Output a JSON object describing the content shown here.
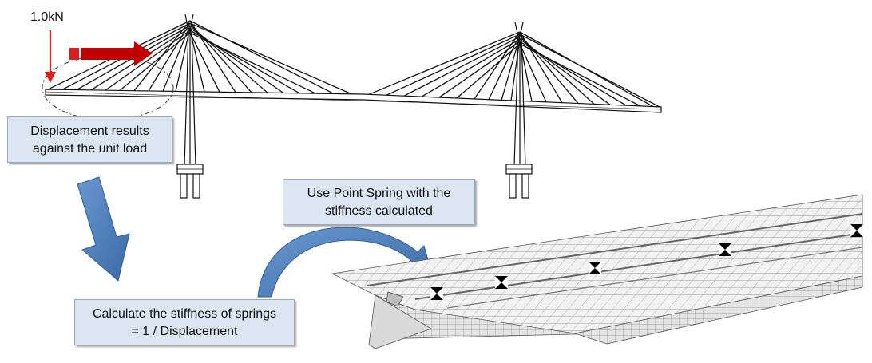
{
  "load_label": "1.0kN",
  "callouts": {
    "displacement": {
      "line1": "Displacement results",
      "line2": "against the unit load"
    },
    "point_spring": {
      "line1": "Use Point Spring with the",
      "line2": "stiffness calculated"
    },
    "calculate": {
      "line1": "Calculate the stiffness of springs",
      "line2": "= 1 / Displacement"
    }
  },
  "colors": {
    "box_fill": "#dce6f2",
    "box_border": "#9aa8b8",
    "load_arrow": "#e21b1b",
    "force_arrow": "#c00000",
    "flow_arrow": "#4f81bd",
    "line": "#111111",
    "mesh": "#8c8c8c"
  },
  "icons": [
    "support-marker-icon",
    "down-arrow-icon",
    "curved-arrow-icon",
    "force-arrow-icon"
  ]
}
